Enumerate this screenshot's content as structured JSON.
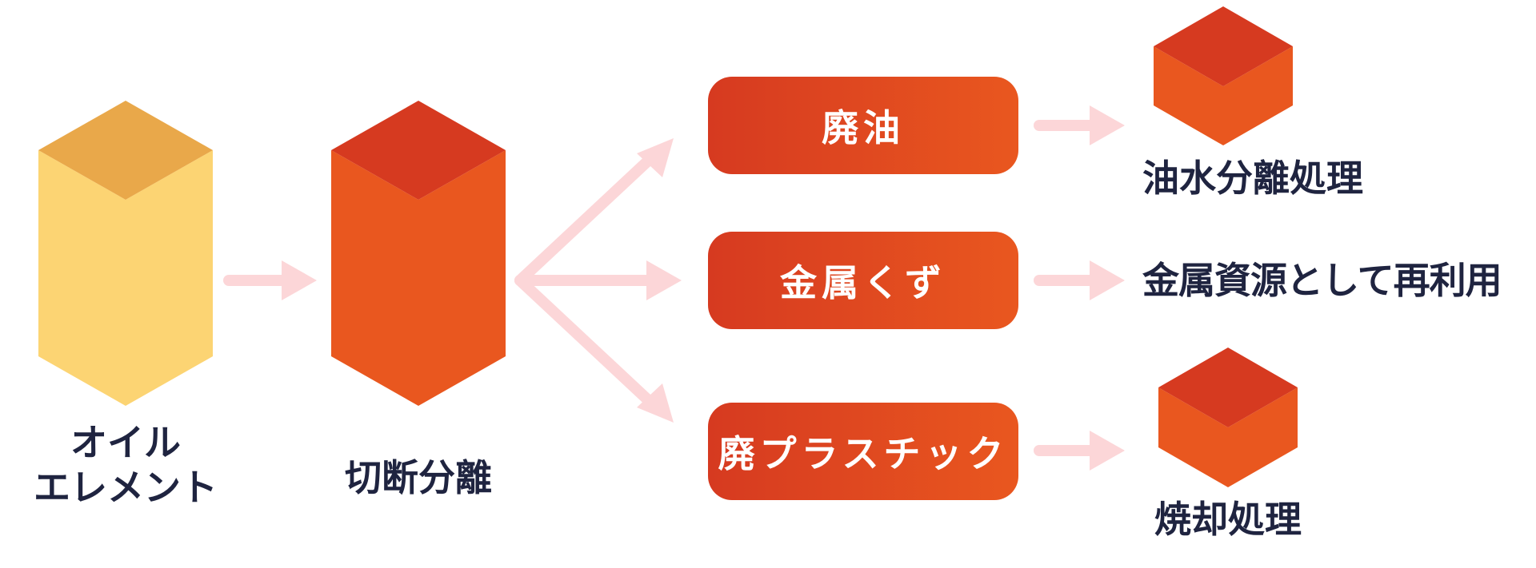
{
  "flow": {
    "source": {
      "label_line1": "オイル",
      "label_line2": "エレメント"
    },
    "process": {
      "label": "切断分離"
    },
    "outputs": [
      {
        "material": "廃油",
        "treatment": "油水分離処理"
      },
      {
        "material": "金属くず",
        "treatment": "金属資源として再利用"
      },
      {
        "material": "廃プラスチック",
        "treatment": "焼却処理"
      }
    ]
  },
  "colors": {
    "element_body": "#fcd473",
    "element_top": "#e9a84a",
    "block_front": "#e9571f",
    "block_top": "#d63a20",
    "arrow": "#fcd6d8",
    "text_dark": "#1f2440",
    "pill_text": "#ffffff"
  }
}
